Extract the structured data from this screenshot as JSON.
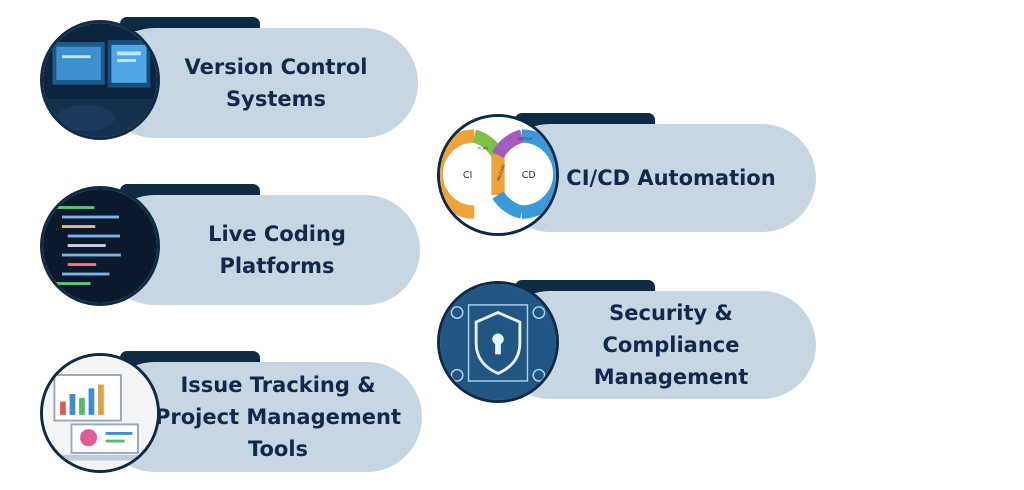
{
  "items": [
    {
      "label": "Version Control\nSystems",
      "image": "developer-monitors-photo"
    },
    {
      "label": "Live Coding\nPlatforms",
      "image": "code-screen-photo"
    },
    {
      "label": "Issue Tracking &\nProject Management\nTools",
      "image": "dashboard-laptop-photo"
    },
    {
      "label": "CI/CD Automation",
      "image": "ci-cd-loop-diagram",
      "loop_labels": {
        "ci": "CI",
        "cd": "CD",
        "plan": "PLAN",
        "release": "RELEASE",
        "deploy": "DEPLOY"
      }
    },
    {
      "label": "Security &\nCompliance\nManagement",
      "image": "security-shield-photo"
    }
  ],
  "colors": {
    "pill": "#c7d6e3",
    "tab": "#0f2a44",
    "text": "#13294b"
  }
}
